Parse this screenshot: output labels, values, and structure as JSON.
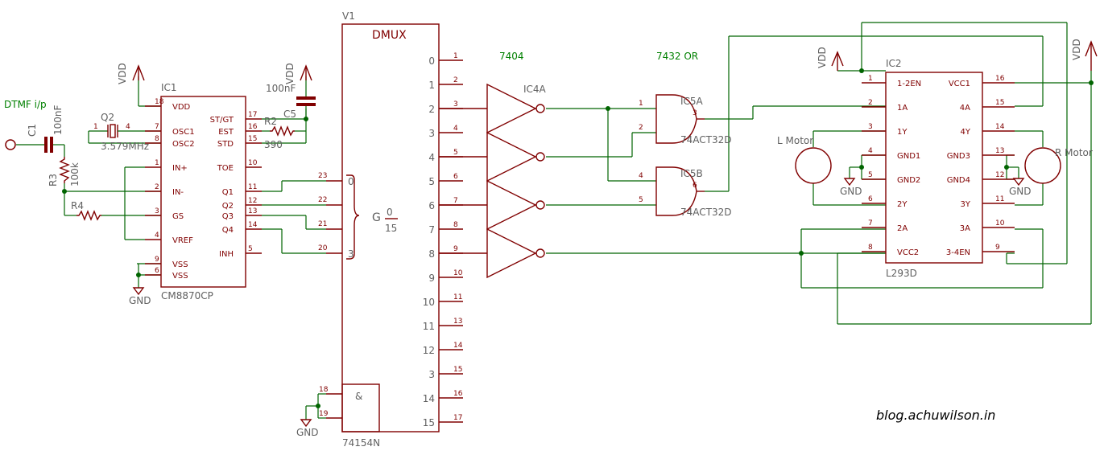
{
  "ic1": {
    "name": "IC1",
    "part": "CM8870CP",
    "left_pins": [
      {
        "num": "18",
        "label": "VDD"
      },
      {
        "num": "7",
        "label": "OSC1"
      },
      {
        "num": "8",
        "label": "OSC2"
      },
      {
        "num": "1",
        "label": "IN+"
      },
      {
        "num": "2",
        "label": "IN-"
      },
      {
        "num": "3",
        "label": "GS"
      },
      {
        "num": "4",
        "label": "VREF"
      },
      {
        "num": "9",
        "label": "VSS"
      },
      {
        "num": "6",
        "label": "VSS"
      }
    ],
    "right_pins": [
      {
        "num": "17",
        "label": "ST/GT"
      },
      {
        "num": "16",
        "label": "EST"
      },
      {
        "num": "15",
        "label": "STD"
      },
      {
        "num": "10",
        "label": "TOE"
      },
      {
        "num": "11",
        "label": "Q1"
      },
      {
        "num": "12",
        "label": "Q2"
      },
      {
        "num": "13",
        "label": "Q3"
      },
      {
        "num": "14",
        "label": "Q4"
      },
      {
        "num": "5",
        "label": "INH"
      }
    ]
  },
  "passives": {
    "c1": {
      "name": "C1",
      "value": "100nF"
    },
    "q2": {
      "name": "Q2",
      "value": "3.579MHz",
      "pin_a": "1",
      "pin_b": "4"
    },
    "r3": {
      "name": "R3",
      "value": "100k"
    },
    "r4": {
      "name": "R4"
    },
    "r2": {
      "name": "R2",
      "value": "390"
    },
    "c5": {
      "name": "C5",
      "value": "100nF"
    }
  },
  "dtmf_input": "DTMF i/p",
  "vdd": "VDD",
  "gnd": "GND",
  "v1": {
    "name": "V1",
    "title": "DMUX",
    "part": "74154N",
    "inputs": [
      {
        "num": "23",
        "label": "0"
      },
      {
        "num": "22",
        "label": ""
      },
      {
        "num": "21",
        "label": ""
      },
      {
        "num": "20",
        "label": "3"
      }
    ],
    "g_label": "G",
    "g_range_top": "0",
    "g_range_bottom": "15",
    "enable_label": "&",
    "enable_pins": [
      "18",
      "19"
    ],
    "outputs": [
      {
        "label": "0",
        "pin": "1"
      },
      {
        "label": "1",
        "pin": "2"
      },
      {
        "label": "2",
        "pin": "3"
      },
      {
        "label": "3",
        "pin": "4"
      },
      {
        "label": "4",
        "pin": "5"
      },
      {
        "label": "5",
        "pin": "6"
      },
      {
        "label": "6",
        "pin": "7"
      },
      {
        "label": "7",
        "pin": "8"
      },
      {
        "label": "8",
        "pin": "9"
      },
      {
        "label": "9",
        "pin": "10"
      },
      {
        "label": "10",
        "pin": "11"
      },
      {
        "label": "11",
        "pin": "13"
      },
      {
        "label": "12",
        "pin": "14"
      },
      {
        "label": "3",
        "pin": "15"
      },
      {
        "label": "14",
        "pin": "16"
      },
      {
        "label": "15",
        "pin": "17"
      }
    ]
  },
  "ic4": {
    "name": "IC4A",
    "family": "7404"
  },
  "ic5": {
    "family": "7432 OR",
    "a": {
      "name": "IC5A",
      "part": "74ACT32D",
      "pins": [
        "1",
        "2",
        "3"
      ]
    },
    "b": {
      "name": "IC5B",
      "part": "74ACT32D",
      "pins": [
        "4",
        "5",
        "6"
      ]
    }
  },
  "ic2": {
    "name": "IC2",
    "part": "L293D",
    "left_pins": [
      {
        "num": "1",
        "label": "1-2EN"
      },
      {
        "num": "2",
        "label": "1A"
      },
      {
        "num": "3",
        "label": "1Y"
      },
      {
        "num": "4",
        "label": "GND1"
      },
      {
        "num": "5",
        "label": "GND2"
      },
      {
        "num": "6",
        "label": "2Y"
      },
      {
        "num": "7",
        "label": "2A"
      },
      {
        "num": "8",
        "label": "VCC2"
      }
    ],
    "right_pins": [
      {
        "num": "16",
        "label": "VCC1"
      },
      {
        "num": "15",
        "label": "4A"
      },
      {
        "num": "14",
        "label": "4Y"
      },
      {
        "num": "13",
        "label": "GND3"
      },
      {
        "num": "12",
        "label": "GND4"
      },
      {
        "num": "11",
        "label": "3Y"
      },
      {
        "num": "10",
        "label": "3A"
      },
      {
        "num": "9",
        "label": "3-4EN"
      }
    ]
  },
  "motors": {
    "left": "L Motor",
    "right": "R Motor"
  },
  "signature": "blog.achuwilson.in"
}
